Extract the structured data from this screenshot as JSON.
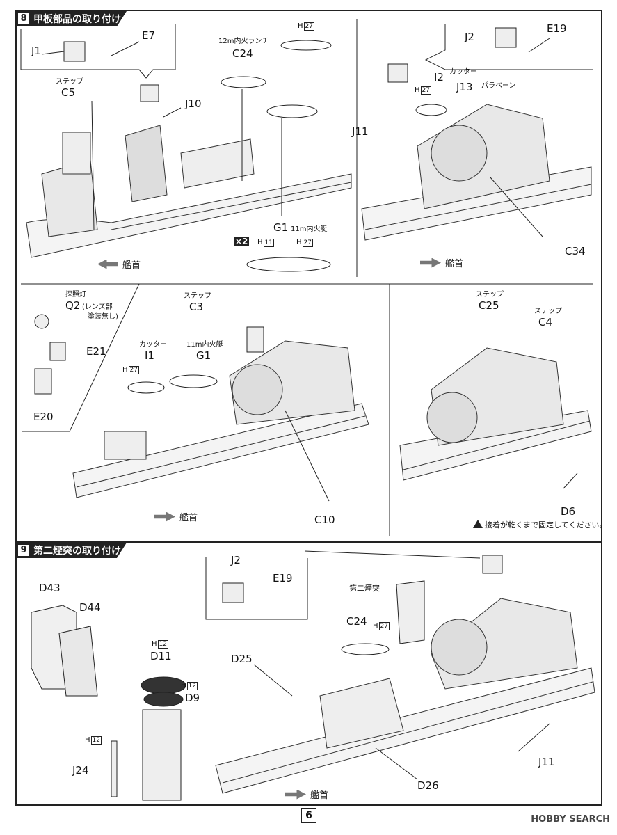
{
  "step8": {
    "number": "8",
    "title": "甲板部品の取り付け",
    "labels": {
      "j1": "J1",
      "e7": "E7",
      "c5": "C5",
      "c5_sub": "ステップ",
      "j10": "J10",
      "c24": "C24",
      "c24_sub": "12m内火ランチ",
      "h27_top": "27",
      "g1": "G1",
      "g1_sub": "11m内火艇",
      "x2": "×2",
      "h11": "11",
      "h27_g1": "27",
      "j2": "J2",
      "e19": "E19",
      "i2": "I2",
      "i2_sub": "カッター",
      "h27_i2": "27",
      "j13": "J13",
      "j13_sub": "パラベーン",
      "j11": "J11",
      "c34": "C34",
      "q2": "Q2",
      "q2_sub_top": "探照灯",
      "q2_sub": "(レンズ部",
      "q2_sub2": "塗装無し)",
      "e21": "E21",
      "e20": "E20",
      "c3": "C3",
      "c3_sub": "ステップ",
      "i1": "I1",
      "i1_sub": "カッター",
      "h27_i1": "27",
      "g1b": "G1",
      "g1b_sub": "11m内火艇",
      "c10": "C10",
      "c25": "C25",
      "c25_sub": "ステップ",
      "c4": "C4",
      "c4_sub": "ステップ",
      "d6": "D6",
      "bow": "艦首",
      "h": "H",
      "caution": "接着が乾くまで固定してください。"
    }
  },
  "step9": {
    "number": "9",
    "title": "第二煙突の取り付け",
    "labels": {
      "d43": "D43",
      "d44": "D44",
      "d11": "D11",
      "h12_d11": "12",
      "d9": "D9",
      "h12_d9": "12",
      "j24": "J24",
      "h12_j24": "12",
      "j2": "J2",
      "e19": "E19",
      "funnel": "第二煙突",
      "c24": "C24",
      "h27_c24": "27",
      "d25": "D25",
      "d26": "D26",
      "j11": "J11",
      "bow": "艦首",
      "h": "H"
    }
  },
  "page_number": "6",
  "watermark": "HOBBY SEARCH",
  "icons": [
    "warning-icon",
    "bow-arrow-icon"
  ]
}
